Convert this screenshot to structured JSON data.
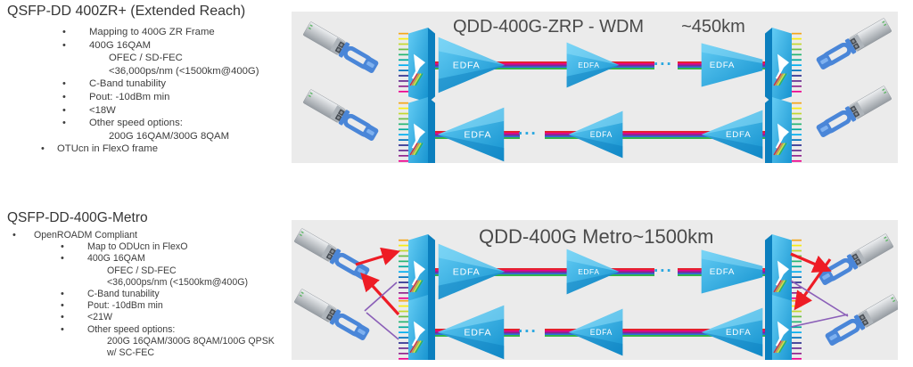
{
  "left_blocks": [
    {
      "id": "zr",
      "title": "QSFP-DD 400ZR+ (Extended Reach)",
      "items": [
        {
          "level": 1,
          "bullet": true,
          "text": "Mapping to 400G ZR Frame"
        },
        {
          "level": 1,
          "bullet": true,
          "text": "400G 16QAM"
        },
        {
          "level": 2,
          "bullet": false,
          "text": "OFEC / SD-FEC"
        },
        {
          "level": 2,
          "bullet": false,
          "text": "<36,000ps/nm (<1500km@400G)"
        },
        {
          "level": 1,
          "bullet": true,
          "text": "C-Band tunability"
        },
        {
          "level": 1,
          "bullet": true,
          "text": "Pout: -10dBm min"
        },
        {
          "level": 1,
          "bullet": true,
          "text": "<18W"
        },
        {
          "level": 1,
          "bullet": true,
          "text": "Other speed options:"
        },
        {
          "level": 2,
          "bullet": false,
          "text": "200G 16QAM/300G 8QAM"
        },
        {
          "level": 0,
          "bullet": true,
          "text": "OTUcn in FlexO frame"
        }
      ]
    },
    {
      "id": "metro",
      "title": "QSFP-DD-400G-Metro",
      "items": [
        {
          "level": 0,
          "bullet": true,
          "text": "OpenROADM Compliant"
        },
        {
          "level": 2,
          "bullet": true,
          "text": "Map to ODUcn in FlexO"
        },
        {
          "level": 2,
          "bullet": true,
          "text": "400G 16QAM"
        },
        {
          "level": 3,
          "bullet": false,
          "text": "OFEC / SD-FEC"
        },
        {
          "level": 3,
          "bullet": false,
          "text": "<36,000ps/nm (<1500km@400G)"
        },
        {
          "level": 2,
          "bullet": true,
          "text": "C-Band tunability"
        },
        {
          "level": 2,
          "bullet": true,
          "text": "Pout: -10dBm min"
        },
        {
          "level": 2,
          "bullet": true,
          "text": "<21W"
        },
        {
          "level": 2,
          "bullet": true,
          "text": "Other speed options:"
        },
        {
          "level": 3,
          "bullet": false,
          "text": "200G 16QAM/300G 8QAM/100G QPSK"
        },
        {
          "level": 3,
          "bullet": false,
          "text": "w/ SC-FEC"
        }
      ]
    }
  ],
  "panels": {
    "zrp": {
      "title": "QDD-400G-ZRP - WDM",
      "distance": "~450km"
    },
    "metro": {
      "title": "QDD-400G Metro~1500km"
    }
  },
  "diagram": {
    "edfa_label": "EDFA",
    "dots": "...",
    "icons": [
      "qsfp-dd-module",
      "wdm-mux",
      "wdm-demux",
      "edfa-amplifier",
      "fiber-ribbon"
    ],
    "colors": {
      "panel_bg": "#ebebeb",
      "device_blue": "#29a9e1",
      "device_blue_light": "#63ccf4",
      "device_blue_dark": "#0b7fbe",
      "arrow_red": "#ee1c25",
      "line_purple": "#8b5fb8",
      "title_gray": "#4a4a4a",
      "dots_blue": "#2aa7e0",
      "fiber_stripes": [
        "#e5202e",
        "#ec008c",
        "#7b2d90",
        "#2a6fe0",
        "#35b54a"
      ],
      "mux_ticks": [
        "#f4a71d",
        "#f7ec13",
        "#c3d82e",
        "#6abd45",
        "#26b573",
        "#00a99d",
        "#00aeef",
        "#0072bc",
        "#2e3192",
        "#662d91",
        "#92278f",
        "#ec008c"
      ]
    }
  }
}
